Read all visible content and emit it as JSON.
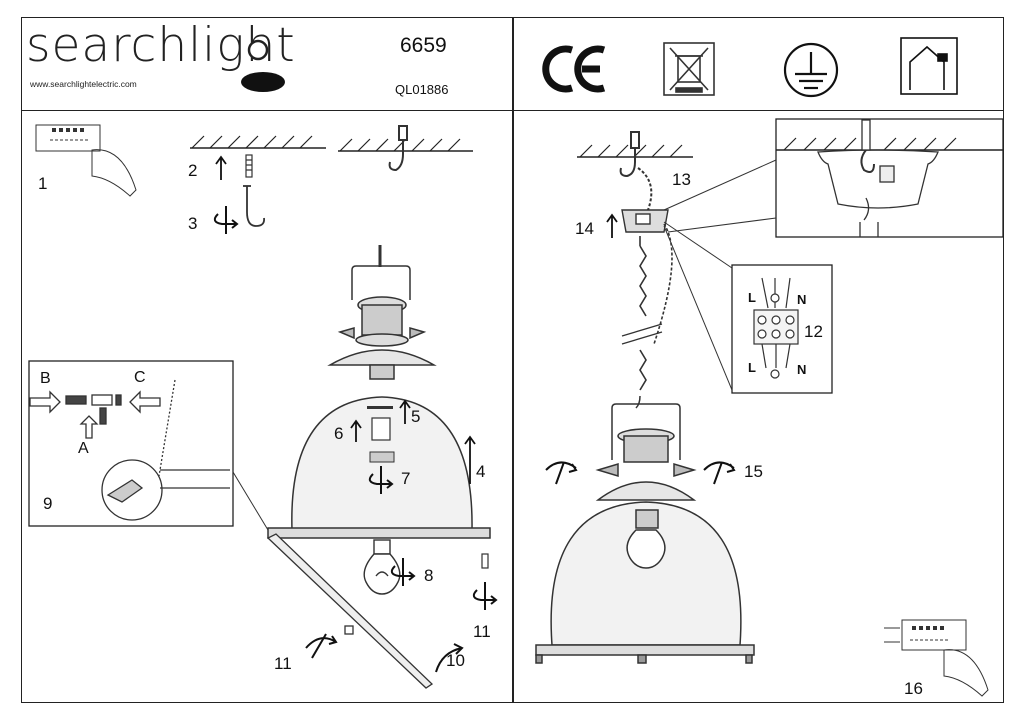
{
  "header": {
    "brand": "searchlight",
    "website": "www.searchlightelectric.com",
    "model_number": "6659",
    "part_code": "QL01886",
    "symbols": [
      "ce-mark-icon",
      "weee-bin-icon",
      "earth-ground-icon",
      "indoor-use-icon"
    ]
  },
  "steps": {
    "s1": "1",
    "s2": "2",
    "s3": "3",
    "s4": "4",
    "s5": "5",
    "s6": "6",
    "s7": "7",
    "s8": "8",
    "s9": "9",
    "s10": "10",
    "s11a": "11",
    "s11b": "11",
    "s12": "12",
    "s13": "13",
    "s14": "14",
    "s15": "15",
    "s16": "16"
  },
  "inset_labels": {
    "a": "A",
    "b": "B",
    "c": "C"
  },
  "wiring_labels": {
    "l_top": "L",
    "n_top": "N",
    "l_bottom": "L",
    "n_bottom": "N"
  }
}
